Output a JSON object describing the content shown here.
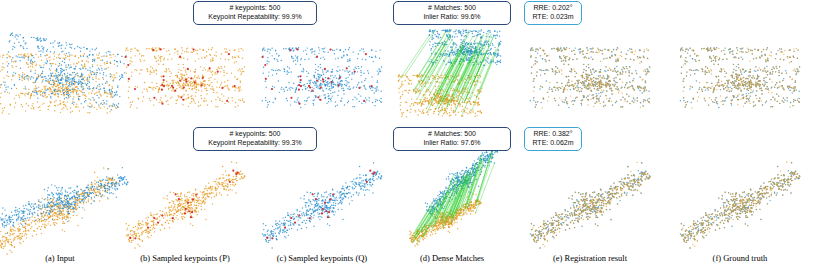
{
  "diagram": {
    "nodes": [
      {
        "text": [
          "# keypoints: 500",
          "Keypoint Repeatability: 99.9%"
        ]
      },
      {
        "text": [
          "# Matches: 500",
          "Inlier Ratio: 99.6%"
        ]
      },
      {
        "text": [
          "RRE: 0.202°",
          "RTE: 0.023m"
        ]
      },
      {
        "text": [
          "# keypoints: 500",
          "Keypoint Repeatability: 99.3%"
        ]
      },
      {
        "text": [
          "# Matches: 500",
          "Inlier Ratio: 97.6%"
        ]
      },
      {
        "text": [
          "RRE: 0.382°",
          "RTE: 0.062m"
        ]
      }
    ],
    "edges": [],
    "labels": [
      "(a) Input",
      "(b) Sampled keypoints (P)",
      "(c) Sampled keypoints (Q)",
      "(d) Dense Matches",
      "(e) Registration result",
      "(f) Ground truth"
    ]
  }
}
